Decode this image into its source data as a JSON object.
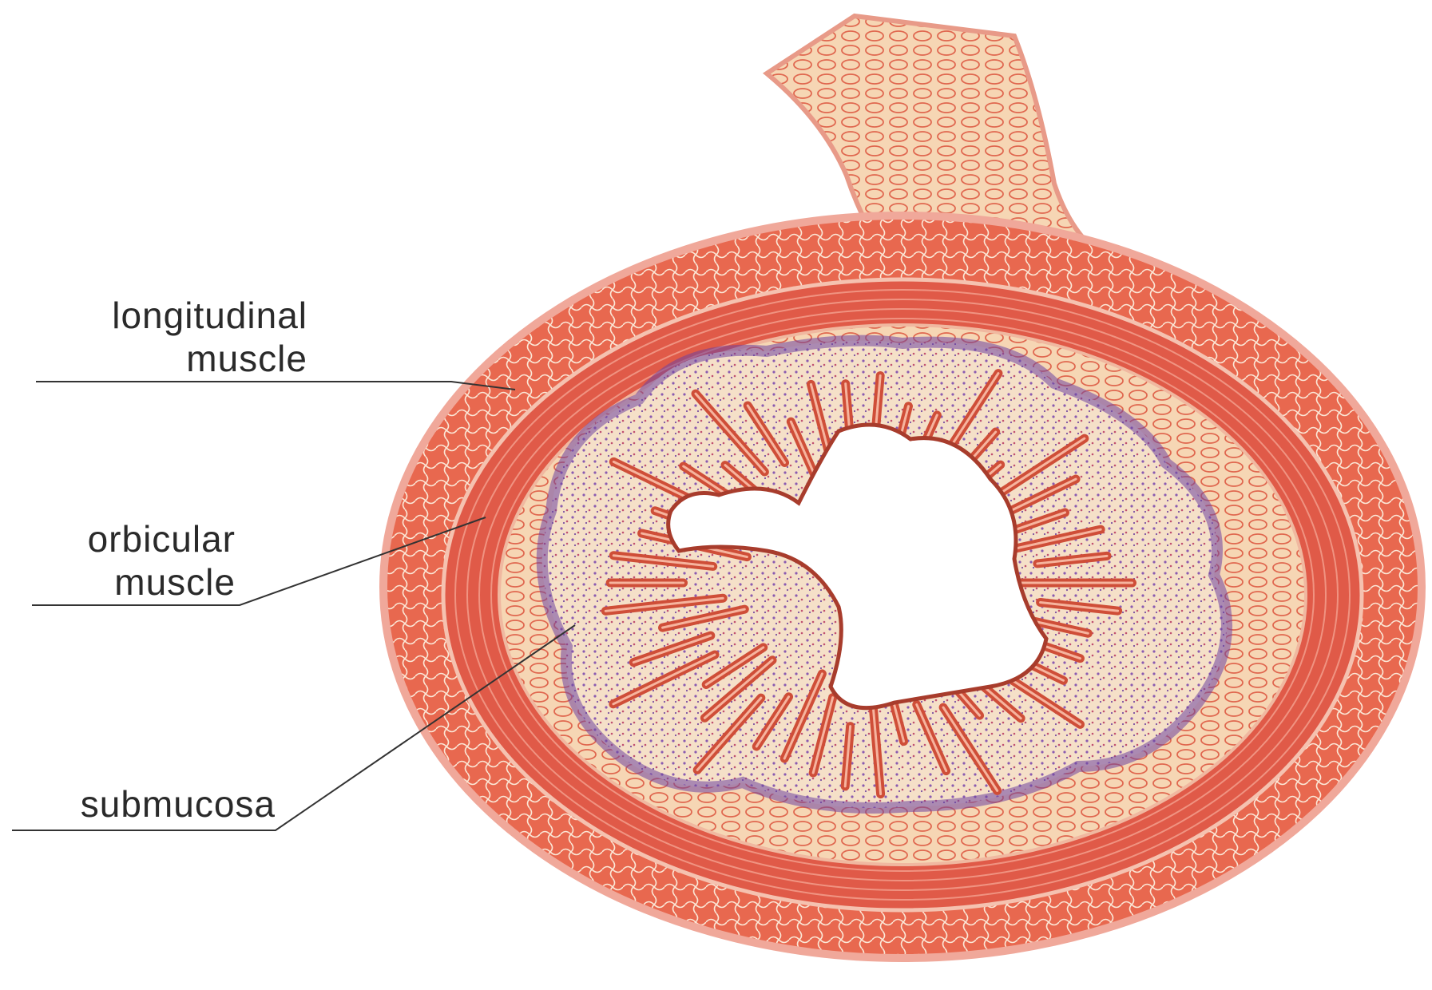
{
  "labels": {
    "longitudinal": {
      "line1": "longitudinal",
      "line2": "muscle"
    },
    "orbicular": {
      "line1": "orbicular",
      "line2": "muscle"
    },
    "submucosa": {
      "line1": "submucosa"
    }
  },
  "colors": {
    "serosa": "#f0a89a",
    "longitudinal_muscle": "#e8604a",
    "circular_muscle": "#e05a48",
    "submucosa": "#f7dcc0",
    "mucosa_stain": "#7a4fa0",
    "villi": "#d6553e",
    "lumen": "#ffffff",
    "leader_line": "#333333"
  }
}
